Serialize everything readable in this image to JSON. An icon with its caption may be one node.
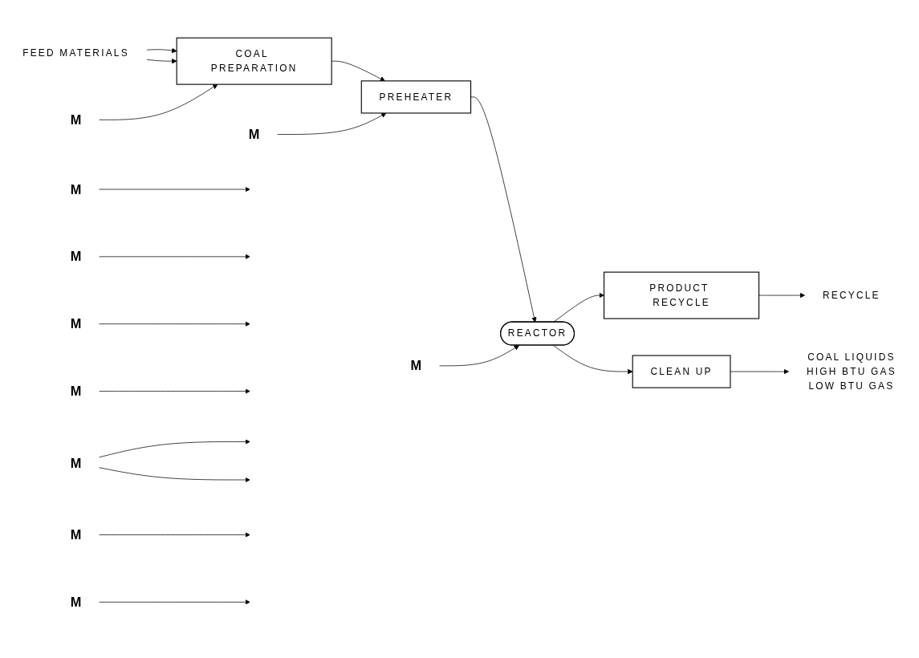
{
  "diagram": {
    "nodes": [
      {
        "text": [
          "COAL PREPARATION"
        ]
      },
      {
        "text": [
          "PREHEATER"
        ]
      },
      {
        "text": [
          "REACTOR"
        ]
      },
      {
        "text": [
          "PRODUCT RECYCLE"
        ]
      },
      {
        "text": [
          "CLEAN UP"
        ]
      },
      {
        "text": [
          "RECYCLE"
        ]
      },
      {
        "text": [
          "COAL LIQUIDS",
          "HIGH BTU GAS",
          "LOW BTU GAS"
        ]
      },
      {
        "text": [
          "FEED MATERIALS"
        ]
      },
      {
        "text": [
          "M"
        ]
      },
      {
        "text": [
          "M"
        ]
      },
      {
        "text": [
          "M"
        ]
      },
      {
        "text": [
          "M"
        ]
      },
      {
        "text": [
          "M"
        ]
      },
      {
        "text": [
          "M"
        ]
      },
      {
        "text": [
          "M"
        ]
      },
      {
        "text": [
          "M"
        ]
      },
      {
        "text": [
          "M"
        ]
      },
      {
        "text": [
          "M"
        ]
      }
    ],
    "edges": [
      {
        "from": 7,
        "to": 0,
        "arrow": "to"
      },
      {
        "from": 7,
        "to": 0,
        "arrow": "to"
      },
      {
        "from": 0,
        "to": 1,
        "arrow": "to"
      },
      {
        "from": 1,
        "to": 2,
        "arrow": "to"
      },
      {
        "from": 2,
        "to": 3,
        "arrow": "to"
      },
      {
        "from": 2,
        "to": 4,
        "arrow": "to"
      },
      {
        "from": 3,
        "to": 5,
        "arrow": "to"
      },
      {
        "from": 4,
        "to": 6,
        "arrow": "to"
      },
      {
        "from": 8,
        "to": null,
        "arrow": "to"
      },
      {
        "from": 9,
        "to": null,
        "arrow": "to"
      },
      {
        "from": 10,
        "to": 0,
        "arrow": "to"
      },
      {
        "from": 11,
        "to": null,
        "arrow": "to"
      },
      {
        "from": 12,
        "to": 1,
        "arrow": "to"
      },
      {
        "from": 13,
        "to": null,
        "arrow": "to"
      },
      {
        "from": 14,
        "to": 2,
        "arrow": "to"
      },
      {
        "from": 15,
        "to": null,
        "arrow": "to"
      },
      {
        "from": 15,
        "to": null,
        "arrow": "to"
      },
      {
        "from": 16,
        "to": null,
        "arrow": "to"
      },
      {
        "from": 17,
        "to": null,
        "arrow": "to"
      }
    ]
  }
}
